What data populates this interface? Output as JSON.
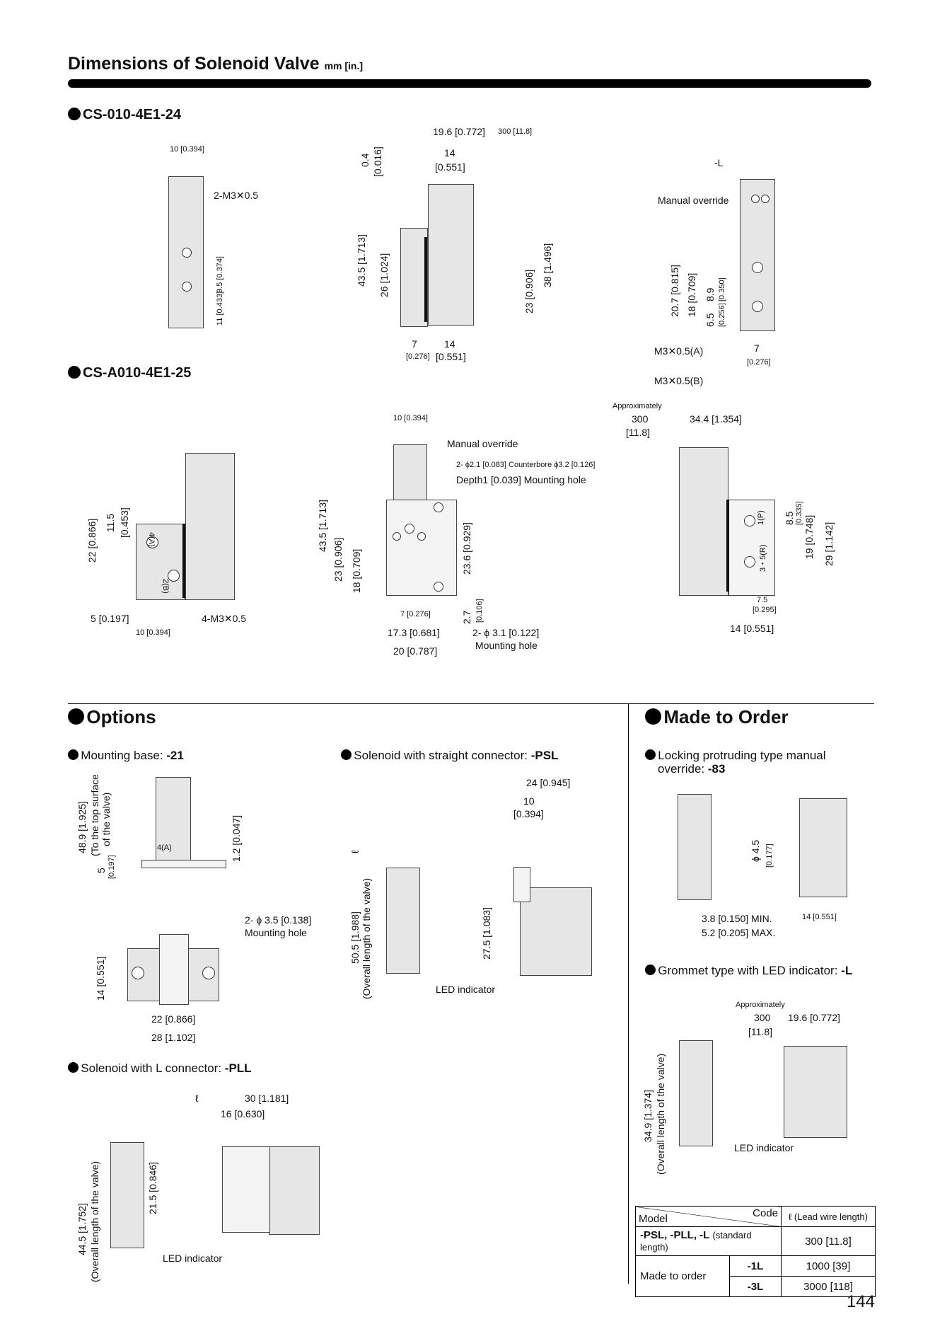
{
  "page": {
    "title": "Dimensions of Solenoid Valve",
    "title_unit": "mm [in.]",
    "page_number": "144"
  },
  "cs010": {
    "heading": "CS-010-4E1-24",
    "left": {
      "d1": "10 [0.394]",
      "d2": "2-M3✕0.5",
      "d3": "9.5 [0.374]",
      "d4": "11 [0.433]"
    },
    "mid": {
      "d1": "19.6 [0.772]",
      "d2": "300 [11.8]",
      "d3": "14",
      "d4": "[0.551]",
      "d5": "0.4",
      "d6": "[0.016]",
      "d7": "43.5 [1.713]",
      "d8": "26 [1.024]",
      "d9": "23 [0.906]",
      "d10": "38 [1.496]",
      "d11": "7",
      "d12": "[0.276]",
      "d13": "14",
      "d14": "[0.551]"
    },
    "right": {
      "d1": "-L",
      "d2": "Manual override",
      "d3": "20.7 [0.815]",
      "d4": "18 [0.709]",
      "d5": "8.9",
      "d6": "[0.350]",
      "d7": "6.5",
      "d8": "[0.256]",
      "d9": "M3✕0.5(A)",
      "d10": "M3✕0.5(B)",
      "d11": "7",
      "d12": "[0.276]"
    }
  },
  "csa010": {
    "heading": "CS-A010-4E1-25",
    "left": {
      "d1": "22 [0.866]",
      "d2": "11.5",
      "d3": "[0.453]",
      "d4": "4(A)",
      "d5": "2(B)",
      "d6": "5 [0.197]",
      "d7": "10 [0.394]",
      "d8": "4-M3✕0.5"
    },
    "mid": {
      "d1": "10 [0.394]",
      "d2": "Manual override",
      "d3": "2- ϕ2.1 [0.083] Counterbore ϕ3.2 [0.126]",
      "d4": "Depth1 [0.039] Mounting hole",
      "d5": "43.5 [1.713]",
      "d6": "23 [0.906]",
      "d7": "18 [0.709]",
      "d8": "23.6 [0.929]",
      "d9": "2.7",
      "d10": "[0.106]",
      "d11": "7 [0.276]",
      "d12": "17.3 [0.681]",
      "d13": "20 [0.787]",
      "d14": "2- ϕ 3.1 [0.122]",
      "d15": "Mounting hole"
    },
    "right": {
      "d1": "Approximately",
      "d2": "300",
      "d3": "[11.8]",
      "d4": "34.4 [1.354]",
      "d5": "8.5",
      "d6": "[0.335]",
      "d7": "1(P)",
      "d8": "3・5(R)",
      "d9": "19 [0.748]",
      "d10": "29 [1.142]",
      "d11": "7.5",
      "d12": "[0.295]",
      "d13": "14 [0.551]"
    }
  },
  "options": {
    "heading": "Options",
    "mounting_base": {
      "label": "Mounting base: ",
      "code": "-21",
      "d1": "48.9 [1.925]",
      "d2": "(To the top surface",
      "d3": "of the valve)",
      "d4": "5",
      "d5": "[0.197]",
      "d6": "1.2 [0.047]",
      "d7": "4(A)",
      "d8": "2- ϕ 3.5 [0.138]",
      "d9": "Mounting hole",
      "d10": "14 [0.551]",
      "d11": "22 [0.866]",
      "d12": "28 [1.102]"
    },
    "psl": {
      "label": "Solenoid with straight connector: ",
      "code": "-PSL",
      "d1": "24 [0.945]",
      "d2": "10",
      "d3": "[0.394]",
      "d4": "ℓ",
      "d5": "50.5 [1.988]",
      "d6": "(Overall length of the valve)",
      "d7": "27.5 [1.083]",
      "d8": "LED indicator"
    },
    "pll": {
      "label": "Solenoid with L connector: ",
      "code": "-PLL",
      "d1": "ℓ",
      "d2": "30 [1.181]",
      "d3": "16 [0.630]",
      "d4": "44.5 [1.752]",
      "d5": "(Overall length of the valve)",
      "d6": "21.5 [0.846]",
      "d7": "LED indicator"
    }
  },
  "made_to_order": {
    "heading": "Made to Order",
    "locking": {
      "label": "Locking protruding type manual",
      "label2": "override: ",
      "code": "-83",
      "d1": "ϕ 4.5",
      "d2": "[0.177]",
      "d3": "3.8 [0.150] MIN.",
      "d4": "5.2 [0.205] MAX.",
      "d5": "14 [0.551]"
    },
    "grommet": {
      "label": "Grommet type with LED indicator: ",
      "code": "-L",
      "d1": "Approximately",
      "d2": "300",
      "d3": "[11.8]",
      "d4": "19.6 [0.772]",
      "d5": "34.9 [1.374]",
      "d6": "(Overall length of the valve)",
      "d7": "LED indicator"
    },
    "table": {
      "h_model": "Model",
      "h_code": "Code",
      "h_lead": "ℓ (Lead wire length)",
      "r1_model": "-PSL, -PLL, -L",
      "r1_note": "(standard length)",
      "r1_val": "300 [11.8]",
      "r2_model": "Made to order",
      "r2_code": "-1L",
      "r2_val": "1000 [39]",
      "r3_code": "-3L",
      "r3_val": "3000 [118]"
    }
  }
}
